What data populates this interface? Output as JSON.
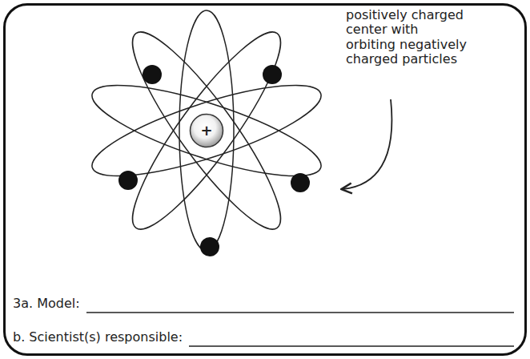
{
  "diagram": {
    "nodes": [
      {
        "text": [
          "positively charged center with orbiting negatively charged particles",
          "3a. Model:",
          "b. Scientist(s) responsible:"
        ]
      },
      {
        "text": [
          "+"
        ],
        "in": 0
      }
    ]
  }
}
